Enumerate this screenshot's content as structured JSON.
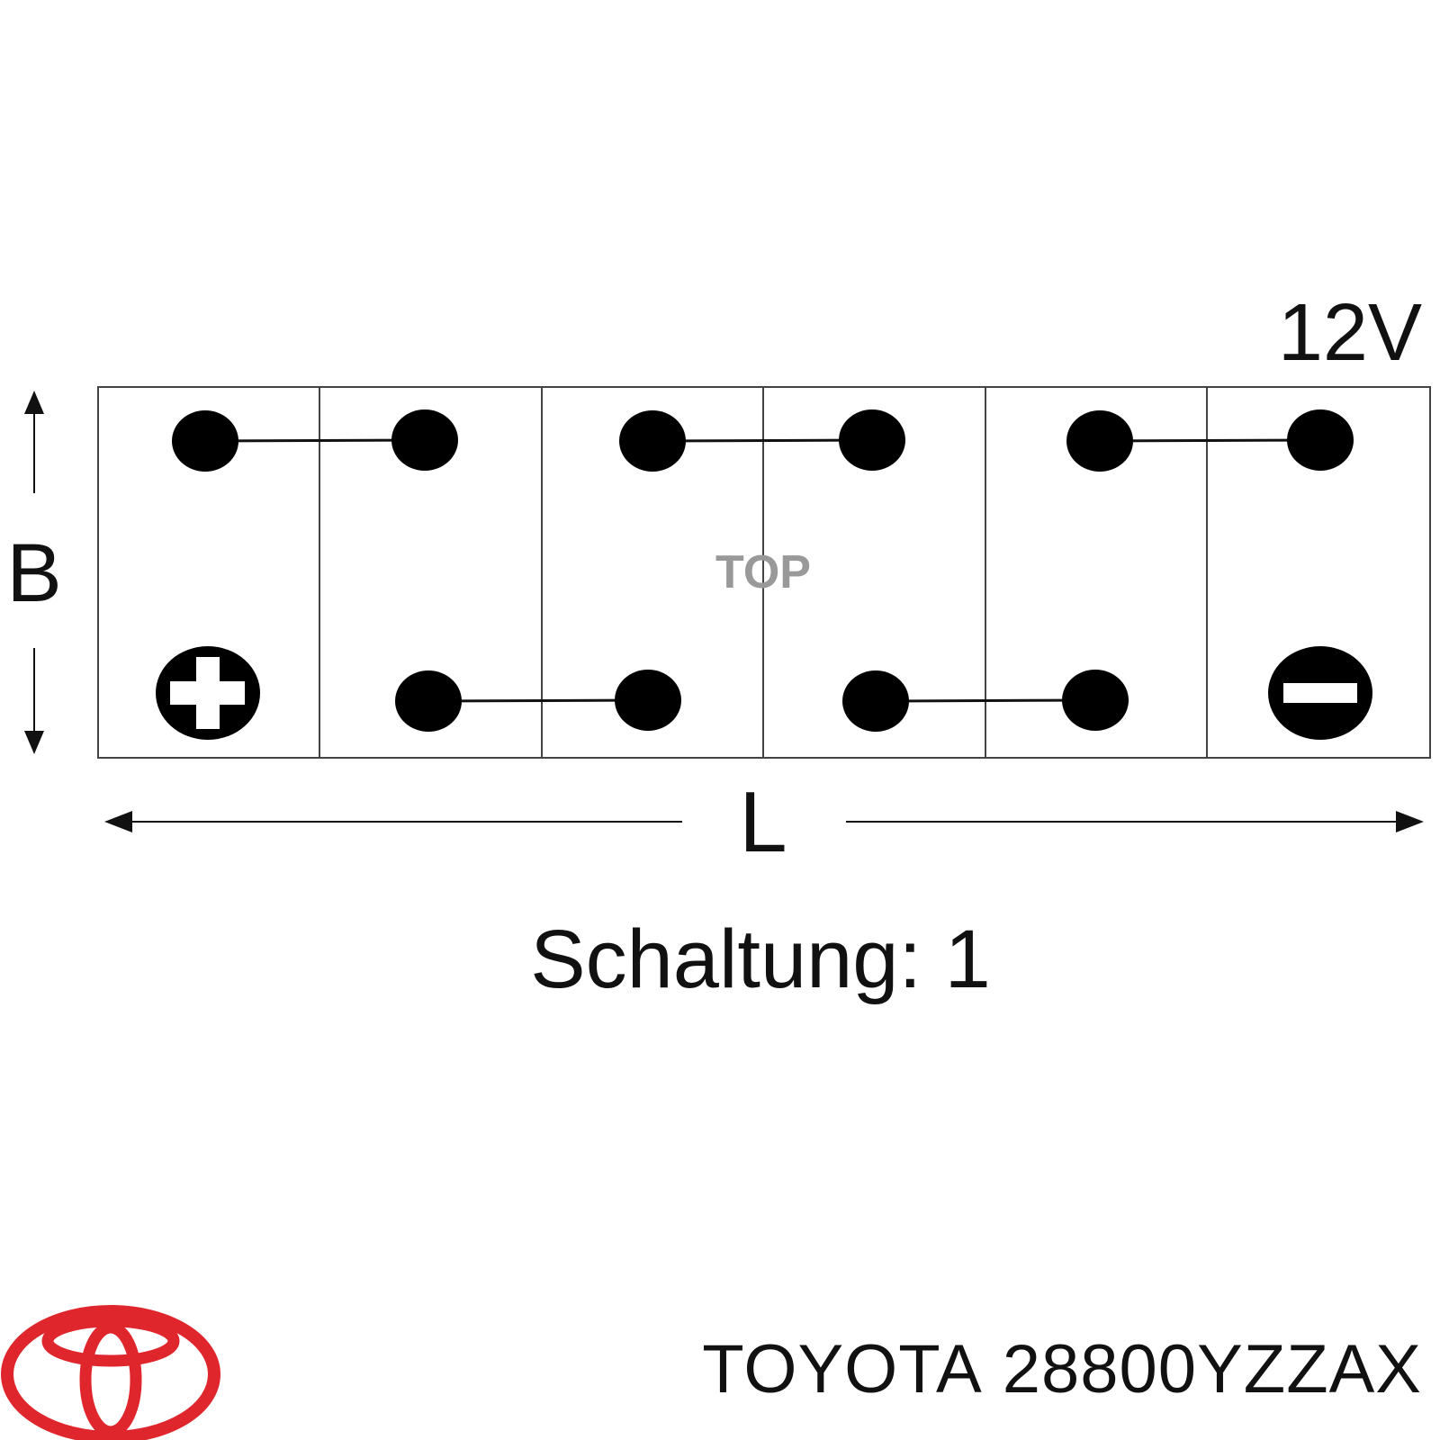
{
  "diagram": {
    "voltage_label": "12V",
    "center_label": "TOP",
    "width_label": "B",
    "length_label": "L",
    "circuit_caption": "Schaltung: 1",
    "terminals": {
      "positive": "plus-terminal",
      "negative": "minus-terminal"
    }
  },
  "footer": {
    "brand": "TOYOTA",
    "part_number": "28800YZZAX"
  },
  "colors": {
    "line": "#111111",
    "top_label": "#999999",
    "logo_red": "#e0262d"
  },
  "icons": {
    "logo": "toyota-logo-icon"
  }
}
